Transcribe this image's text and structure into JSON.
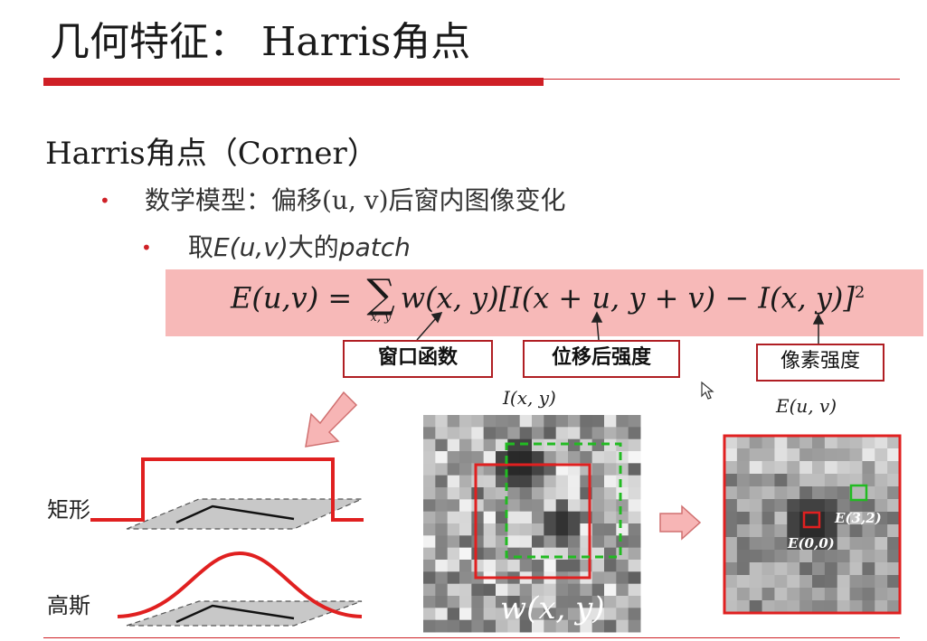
{
  "slide": {
    "title": "几何特征： Harris角点",
    "section": "Harris角点（Corner）",
    "bullets": [
      "数学模型：偏移(u, v)后窗内图像变化",
      "取E(u,v)大的patch"
    ],
    "bullet2_prefix": "取",
    "bullet2_emph": "E(u,v)",
    "bullet2_mid": "大的",
    "bullet2_emph2": "patch"
  },
  "formula": {
    "lhs": "E(u,v) = ",
    "sigma": "∑",
    "sigma_sub": "x, y",
    "rhs": "w(x, y)[I(x + u, y + v) − I(x, y)]",
    "power": "2"
  },
  "labels": {
    "window_function": "窗口函数",
    "shifted_intensity": "位移后强度",
    "pixel_intensity": "像素强度"
  },
  "window_types": {
    "rect": "矩形",
    "gauss": "高斯"
  },
  "images": {
    "left_caption": "I(x, y)",
    "left_overlay": "w(x, y)",
    "right_caption": "E(u, v)",
    "point_red": "E(0,0)",
    "point_green": "E(3,2)"
  },
  "colors": {
    "accent_red": "#cf2026",
    "formula_bg": "#f7b9b8",
    "green": "#22bb22"
  }
}
